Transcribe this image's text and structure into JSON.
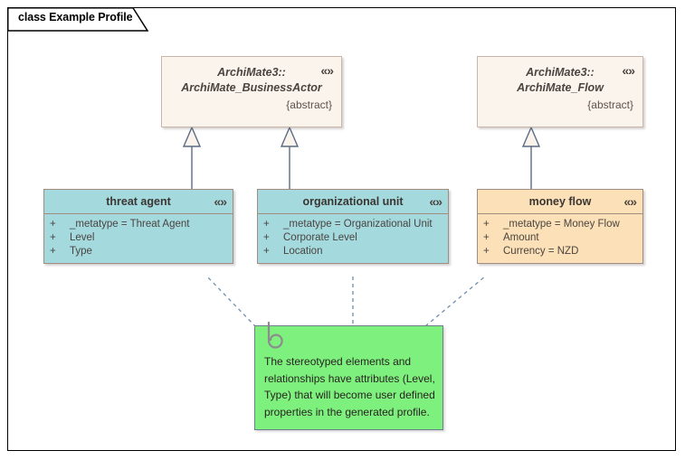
{
  "frame": {
    "label": "class Example Profile",
    "border_color": "#000000",
    "background": "#ffffff"
  },
  "colors": {
    "abstract_fill": "#fbf4ec",
    "abstract_border": "#c9b6a8",
    "teal_fill": "#a4d9de",
    "orange_fill": "#fce0b7",
    "class_border": "#a08c80",
    "note_fill": "#7ef07e",
    "note_border": "#6e7d8c",
    "connector": "#5a6b86",
    "dashed_connector": "#6f8fb0"
  },
  "abstract_classes": [
    {
      "name": "business-actor",
      "namespace": "ArchiMate3::",
      "type_name": "ArchiMate_BusinessActor",
      "modifier": "{abstract}",
      "stereotype_icon": "«»"
    },
    {
      "name": "flow",
      "namespace": "ArchiMate3::",
      "type_name": "ArchiMate_Flow",
      "modifier": "{abstract}",
      "stereotype_icon": "«»"
    }
  ],
  "classes": [
    {
      "name": "threat-agent",
      "title": "threat agent",
      "stereotype_icon": "«»",
      "attributes": [
        {
          "visibility": "+",
          "text": "_metatype = Threat Agent"
        },
        {
          "visibility": "+",
          "text": "Level"
        },
        {
          "visibility": "+",
          "text": "Type"
        }
      ]
    },
    {
      "name": "organizational-unit",
      "title": "organizational unit",
      "stereotype_icon": "«»",
      "attributes": [
        {
          "visibility": "+",
          "text": "_metatype = Organizational Unit"
        },
        {
          "visibility": "+",
          "text": "Corporate Level"
        },
        {
          "visibility": "+",
          "text": "Location"
        }
      ]
    },
    {
      "name": "money-flow",
      "title": "money flow",
      "stereotype_icon": "«»",
      "attributes": [
        {
          "visibility": "+",
          "text": "_metatype = Money Flow"
        },
        {
          "visibility": "+",
          "text": "Amount"
        },
        {
          "visibility": "+",
          "text": "Currency = NZD"
        }
      ]
    }
  ],
  "note": {
    "text": "The stereotyped elements and relationships have attributes (Level, Type) that will become user defined properties in the generated profile.",
    "icon": "paperclip-icon"
  }
}
